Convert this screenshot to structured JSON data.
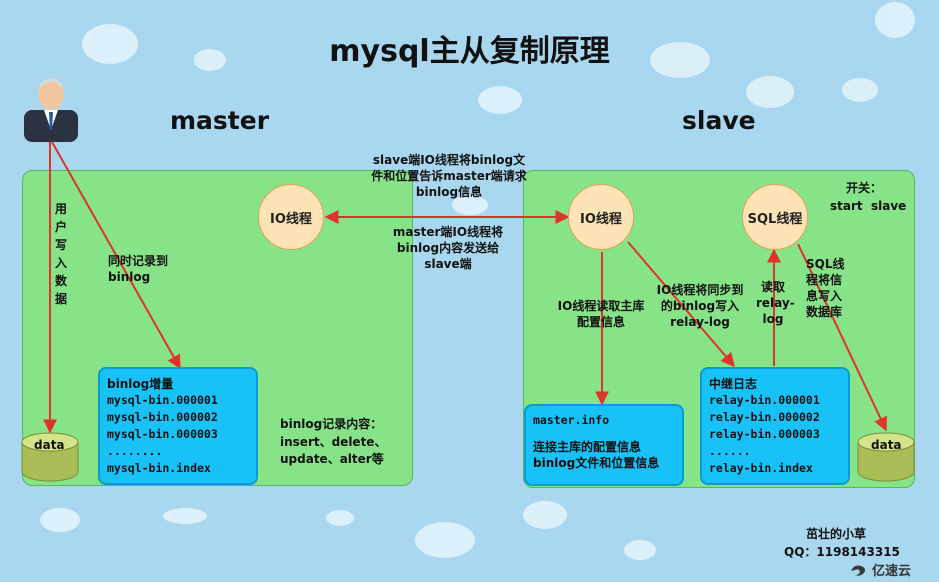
{
  "title": "mysql主从复制原理",
  "master_label": "master",
  "slave_label": "slave",
  "nodes": {
    "master_io": "IO线程",
    "slave_io": "IO线程",
    "slave_sql": "SQL线程",
    "data_left": "data",
    "data_right": "data"
  },
  "labels": {
    "user_write": "用户写入数据",
    "sync_record": "同时记录到binlog",
    "slave_request": "slave端IO线程将binlog文件和位置告诉master端请求binlog信息",
    "master_send": "master端IO线程将binlog内容发送给slave端",
    "read_master_info": "IO线程读取主库配置信息",
    "write_relay": "IO线程将同步到的binlog写入relay-log",
    "read_relay": "读取relay-log",
    "sql_write": "SQL线程将信息写入数据库",
    "switch_title": "开关：",
    "switch_cmd": "start  slave",
    "binlog_content_title": "binlog记录内容：",
    "binlog_content_1": "insert、delete、",
    "binlog_content_2": "update、alter等"
  },
  "binlog_box": {
    "title": "binlog增量",
    "lines": [
      "mysql-bin.000001",
      "mysql-bin.000002",
      "mysql-bin.000003",
      "........",
      "mysql-bin.index"
    ]
  },
  "master_info_box": {
    "title": "master.info",
    "lines": [
      "连接主库的配置信息",
      "binlog文件和位置信息"
    ]
  },
  "relay_box": {
    "title": "中继日志",
    "lines": [
      "relay-bin.000001",
      "relay-bin.000002",
      "relay-bin.000003",
      "......",
      "relay-bin.index"
    ]
  },
  "author": {
    "name": "茁壮的小草",
    "qq": "QQ：1198143315"
  },
  "watermark": "亿速云",
  "colors": {
    "background": "#a9d7ef",
    "panel": "#86e388",
    "thread": "#fde3b6",
    "box": "#18c1f6",
    "arrow": "#e0332a",
    "db": "#b4c964"
  }
}
